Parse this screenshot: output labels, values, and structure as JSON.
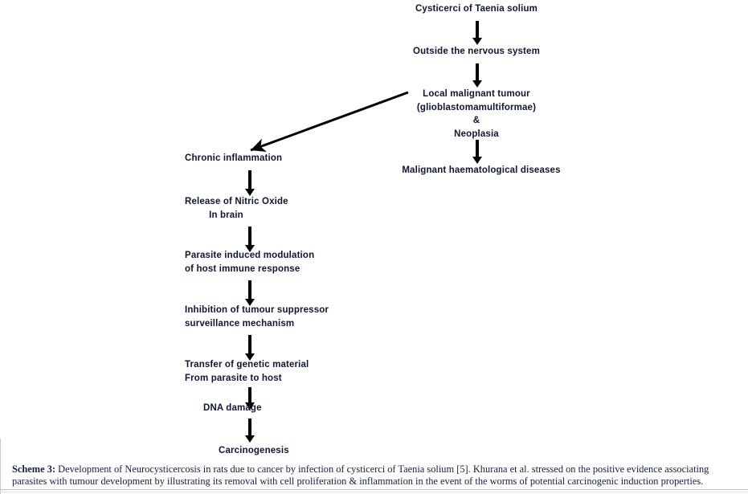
{
  "figure": {
    "type": "flowchart",
    "orientation": "top-down with one diagonal branch",
    "nodes": [
      {
        "id": "cysticerci",
        "label": "Cysticerci of Taenia solium",
        "column": "right"
      },
      {
        "id": "outside",
        "label": "Outside the nervous system",
        "column": "right"
      },
      {
        "id": "tumour",
        "label": "Local malignant tumour\n(glioblastomamultiformae)\n&\nNeoplasia",
        "column": "right"
      },
      {
        "id": "haemato",
        "label": "Malignant haematological diseases",
        "column": "right"
      },
      {
        "id": "inflammation",
        "label": "Chronic inflammation",
        "column": "left"
      },
      {
        "id": "nitric",
        "label": "Release of Nitric Oxide\n         In brain",
        "column": "left"
      },
      {
        "id": "modulation",
        "label": "Parasite induced modulation\nof host immune response",
        "column": "left"
      },
      {
        "id": "inhibition",
        "label": "Inhibition of tumour suppressor\nsurveillance mechanism",
        "column": "left"
      },
      {
        "id": "transfer",
        "label": "Transfer of genetic material\nFrom parasite to host",
        "column": "left"
      },
      {
        "id": "dna",
        "label": "DNA damage",
        "column": "left"
      },
      {
        "id": "carcino",
        "label": "Carcinogenesis",
        "column": "left"
      }
    ],
    "edges": [
      {
        "from": "cysticerci",
        "to": "outside",
        "style": "vertical-arrow"
      },
      {
        "from": "outside",
        "to": "tumour",
        "style": "vertical-arrow"
      },
      {
        "from": "tumour",
        "to": "haemato",
        "style": "vertical-arrow"
      },
      {
        "from": "tumour",
        "to": "inflammation",
        "style": "diagonal-arrow"
      },
      {
        "from": "inflammation",
        "to": "nitric",
        "style": "vertical-arrow"
      },
      {
        "from": "nitric",
        "to": "modulation",
        "style": "vertical-arrow"
      },
      {
        "from": "modulation",
        "to": "inhibition",
        "style": "vertical-arrow"
      },
      {
        "from": "inhibition",
        "to": "transfer",
        "style": "vertical-arrow"
      },
      {
        "from": "transfer",
        "to": "dna",
        "style": "vertical-arrow"
      },
      {
        "from": "dna",
        "to": "carcino",
        "style": "vertical-arrow"
      }
    ]
  },
  "caption": {
    "prefix": "Scheme 3:",
    "text": " Development of Neurocysticercosis in rats due to cancer by infection of cysticerci of Taenia solium [5]. Khurana et al. stressed on the positive evidence associating parasites with tumour development by illustrating its removal with cell proliferation & inflammation in the event of the worms of potential carcinogenic induction properties."
  },
  "colors": {
    "text": "#0d1633",
    "caption_text": "#14213d",
    "arrow": "#000000",
    "background": "#ffffff",
    "rule": "#bfbfbf"
  }
}
